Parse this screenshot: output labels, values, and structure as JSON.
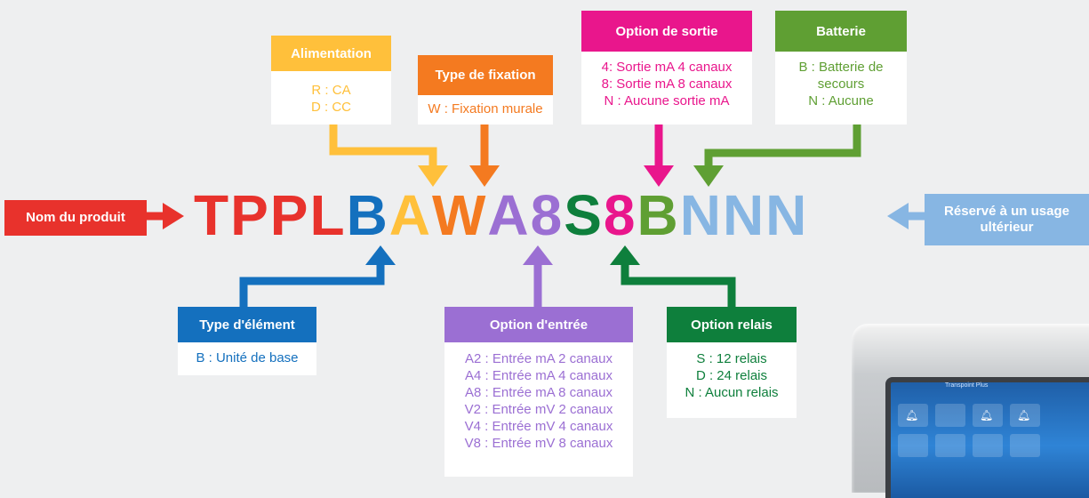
{
  "product_code": [
    {
      "char": "T",
      "color": "#e8322c"
    },
    {
      "char": "P",
      "color": "#e8322c"
    },
    {
      "char": "P",
      "color": "#e8322c"
    },
    {
      "char": "L",
      "color": "#e8322c"
    },
    {
      "char": "B",
      "color": "#1470be"
    },
    {
      "char": "A",
      "color": "#ffc03b"
    },
    {
      "char": "W",
      "color": "#f47a20"
    },
    {
      "char": "A",
      "color": "#9b6fd3"
    },
    {
      "char": "8",
      "color": "#9b6fd3"
    },
    {
      "char": "S",
      "color": "#0e7f3c"
    },
    {
      "char": "8",
      "color": "#e9168c"
    },
    {
      "char": "B",
      "color": "#5f9f33"
    },
    {
      "char": "N",
      "color": "#87b6e3"
    },
    {
      "char": "N",
      "color": "#87b6e3"
    },
    {
      "char": "N",
      "color": "#87b6e3"
    }
  ],
  "product_name_label": "Nom du produit",
  "reserved_label": "Réservé à un usage ultérieur",
  "boxes": {
    "alimentation": {
      "title": "Alimentation",
      "color": "#ffc03b",
      "lines": [
        "R : CA",
        "D : CC"
      ]
    },
    "fixation": {
      "title": "Type de fixation",
      "color": "#f47a20",
      "lines": [
        "W : Fixation murale"
      ]
    },
    "sortie": {
      "title": "Option de sortie",
      "color": "#e9168c",
      "lines": [
        "4: Sortie mA 4 canaux",
        "8: Sortie mA 8 canaux",
        "N : Aucune sortie mA"
      ]
    },
    "batterie": {
      "title": "Batterie",
      "color": "#5f9f33",
      "lines": [
        "B : Batterie de",
        "secours",
        "N : Aucune"
      ]
    },
    "element": {
      "title": "Type d'élément",
      "color": "#1470be",
      "lines": [
        "B : Unité de base"
      ]
    },
    "entree": {
      "title": "Option d'entrée",
      "color": "#9b6fd3",
      "lines": [
        "A2 : Entrée mA 2 canaux",
        "A4 : Entrée mA 4 canaux",
        "A8 : Entrée mA 8 canaux",
        "V2 : Entrée mV 2 canaux",
        "V4 : Entrée mV 4 canaux",
        "V8 : Entrée mV 8 canaux"
      ]
    },
    "relais": {
      "title": "Option relais",
      "color": "#0e7f3c",
      "lines": [
        "S : 12 relais",
        "D : 24 relais",
        "N : Aucun relais"
      ]
    }
  },
  "device_image": {
    "brand_text": "Transpoint Plus"
  }
}
